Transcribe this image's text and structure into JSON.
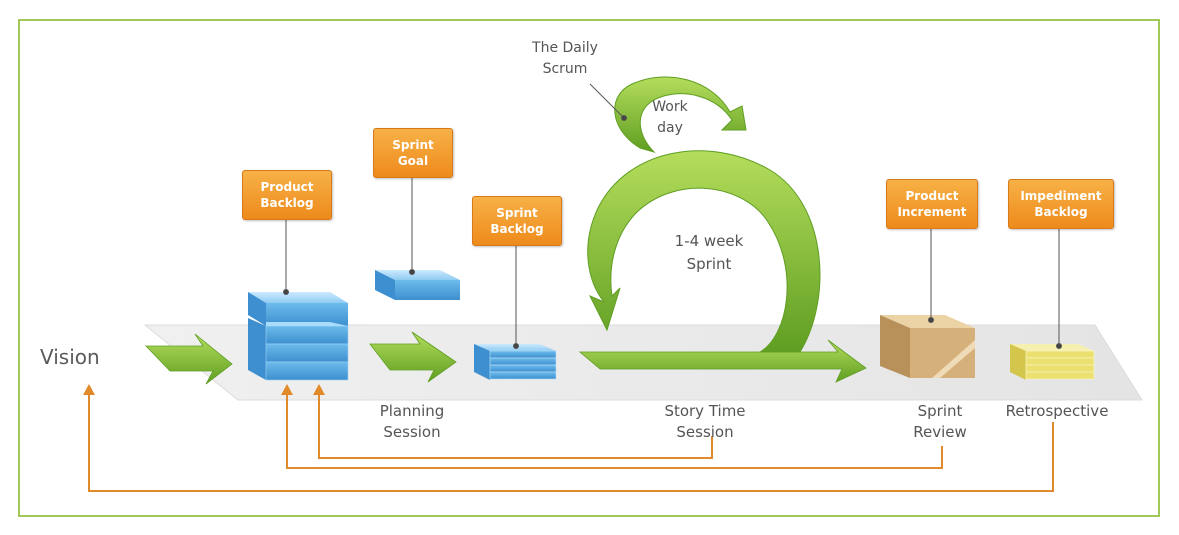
{
  "vision": "Vision",
  "daily_scrum": [
    "The Daily",
    "Scrum"
  ],
  "work_day": [
    "Work",
    "day"
  ],
  "sprint_cycle": [
    "1-4 week",
    "Sprint"
  ],
  "artifacts": {
    "product_backlog": [
      "Product",
      "Backlog"
    ],
    "sprint_goal": [
      "Sprint",
      "Goal"
    ],
    "sprint_backlog": [
      "Sprint",
      "Backlog"
    ],
    "product_increment": [
      "Product",
      "Increment"
    ],
    "impediment_backlog": [
      "Impediment",
      "Backlog"
    ]
  },
  "meetings": {
    "planning": [
      "Planning",
      "Session"
    ],
    "story_time": [
      "Story Time",
      "Session"
    ],
    "sprint_review": [
      "Sprint",
      "Review"
    ],
    "retrospective": "Retrospective"
  },
  "colors": {
    "frame": "#a3c85a",
    "arrow_green": "#7cb82f",
    "tag_orange": "#f29a2e",
    "feedback_line": "#e08a2c",
    "stack_blue": "#5aaee0",
    "box_tan": "#d8b27a",
    "stack_yellow": "#ece070"
  }
}
